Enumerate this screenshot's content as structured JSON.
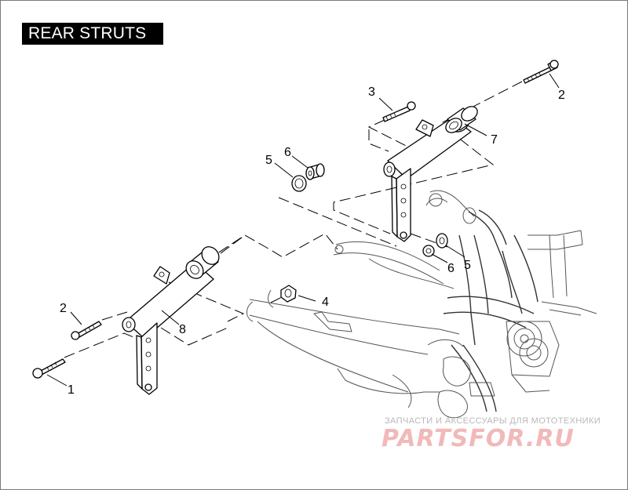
{
  "diagram": {
    "title": "REAR STRUTS",
    "callouts": [
      {
        "id": "c1",
        "label": "1",
        "part": "bolt"
      },
      {
        "id": "c2a",
        "label": "2",
        "part": "bolt"
      },
      {
        "id": "c2b",
        "label": "2",
        "part": "bolt"
      },
      {
        "id": "c3",
        "label": "3",
        "part": "bolt"
      },
      {
        "id": "c4",
        "label": "4",
        "part": "nut"
      },
      {
        "id": "c5a",
        "label": "5",
        "part": "washer"
      },
      {
        "id": "c5b",
        "label": "5",
        "part": "washer"
      },
      {
        "id": "c6a",
        "label": "6",
        "part": "bushing"
      },
      {
        "id": "c6b",
        "label": "6",
        "part": "bushing"
      },
      {
        "id": "c7",
        "label": "7",
        "part": "strut"
      },
      {
        "id": "c8",
        "label": "8",
        "part": "strut"
      }
    ]
  },
  "watermark": {
    "tagline": "ЗАПЧАСТИ И АКСЕССУАРЫ ДЛЯ МОТОТЕХНИКИ",
    "brand": "PARTSFOR.RU",
    "color": "#f1b9b9"
  }
}
